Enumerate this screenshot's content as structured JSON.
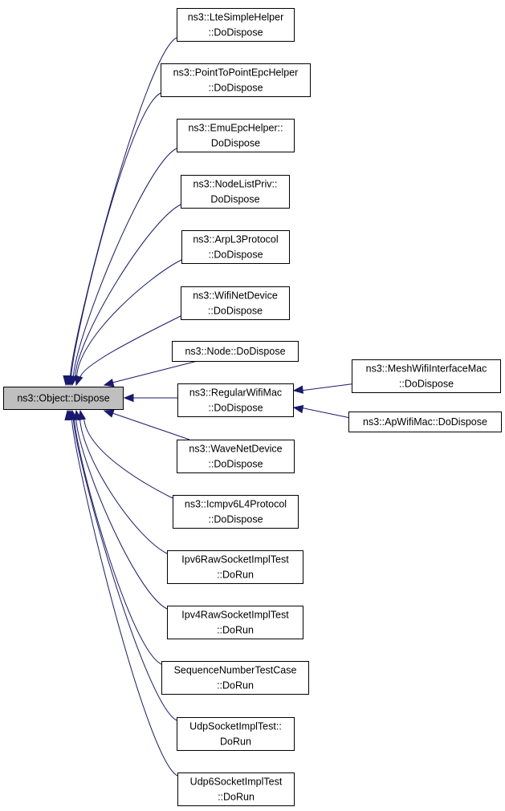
{
  "diagram": {
    "type": "caller-graph",
    "root": {
      "id": "root",
      "lines": [
        "ns3::Object::Dispose"
      ]
    },
    "nodes": [
      {
        "id": "n0",
        "lines": [
          "ns3::LteSimpleHelper",
          "::DoDispose"
        ]
      },
      {
        "id": "n1",
        "lines": [
          "ns3::PointToPointEpcHelper",
          "::DoDispose"
        ]
      },
      {
        "id": "n2",
        "lines": [
          "ns3::EmuEpcHelper::",
          "DoDispose"
        ]
      },
      {
        "id": "n3",
        "lines": [
          "ns3::NodeListPriv::",
          "DoDispose"
        ]
      },
      {
        "id": "n4",
        "lines": [
          "ns3::ArpL3Protocol",
          "::DoDispose"
        ]
      },
      {
        "id": "n5",
        "lines": [
          "ns3::WifiNetDevice",
          "::DoDispose"
        ]
      },
      {
        "id": "n6",
        "lines": [
          "ns3::Node::DoDispose"
        ]
      },
      {
        "id": "n7",
        "lines": [
          "ns3::RegularWifiMac",
          "::DoDispose"
        ]
      },
      {
        "id": "n8",
        "lines": [
          "ns3::WaveNetDevice",
          "::DoDispose"
        ]
      },
      {
        "id": "n9",
        "lines": [
          "ns3::Icmpv6L4Protocol",
          "::DoDispose"
        ]
      },
      {
        "id": "n10",
        "lines": [
          "Ipv6RawSocketImplTest",
          "::DoRun"
        ]
      },
      {
        "id": "n11",
        "lines": [
          "Ipv4RawSocketImplTest",
          "::DoRun"
        ]
      },
      {
        "id": "n12",
        "lines": [
          "SequenceNumberTestCase",
          "::DoRun"
        ]
      },
      {
        "id": "n13",
        "lines": [
          "UdpSocketImplTest::",
          "DoRun"
        ]
      },
      {
        "id": "n14",
        "lines": [
          "Udp6SocketImplTest",
          "::DoRun"
        ]
      },
      {
        "id": "n15",
        "lines": [
          "ns3::MeshWifiInterfaceMac",
          "::DoDispose"
        ]
      },
      {
        "id": "n16",
        "lines": [
          "ns3::ApWifiMac::DoDispose"
        ]
      }
    ],
    "edges": [
      {
        "from": "n0",
        "to": "root"
      },
      {
        "from": "n1",
        "to": "root"
      },
      {
        "from": "n2",
        "to": "root"
      },
      {
        "from": "n3",
        "to": "root"
      },
      {
        "from": "n4",
        "to": "root"
      },
      {
        "from": "n5",
        "to": "root"
      },
      {
        "from": "n6",
        "to": "root"
      },
      {
        "from": "n7",
        "to": "root"
      },
      {
        "from": "n8",
        "to": "root"
      },
      {
        "from": "n9",
        "to": "root"
      },
      {
        "from": "n10",
        "to": "root"
      },
      {
        "from": "n11",
        "to": "root"
      },
      {
        "from": "n12",
        "to": "root"
      },
      {
        "from": "n13",
        "to": "root"
      },
      {
        "from": "n14",
        "to": "root"
      },
      {
        "from": "n15",
        "to": "n7"
      },
      {
        "from": "n16",
        "to": "n7"
      }
    ],
    "colors": {
      "edge": "#191970",
      "root_fill": "#bfbfbf",
      "node_fill": "#ffffff",
      "border": "#000000"
    }
  }
}
